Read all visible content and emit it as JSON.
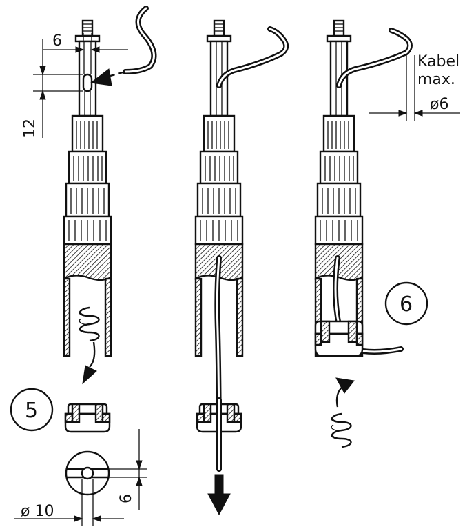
{
  "labels": {
    "dim_slot_width": "6",
    "dim_slot_length": "12",
    "dim_cable_max_line1": "Kabel",
    "dim_cable_max_line2": "max.",
    "dim_cable_diameter": "ø6",
    "dim_cap_height": "6",
    "dim_cap_diameter": "ø 10",
    "step_5": "5",
    "step_6": "6"
  }
}
